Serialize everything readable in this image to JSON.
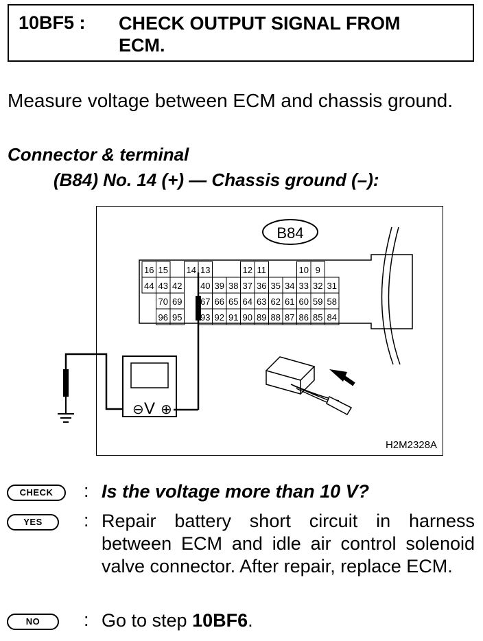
{
  "header": {
    "step_id": "10BF5 :",
    "title_line1": "CHECK OUTPUT SIGNAL FROM",
    "title_line2": "ECM."
  },
  "instruction": "Measure voltage between ECM and chassis ground.",
  "connector": {
    "label": "Connector & terminal",
    "value": "(B84) No. 14 (+) — Chassis ground (–):"
  },
  "figure": {
    "connector_name": "B84",
    "figure_code": "H2M2328A",
    "meter_symbol": "V",
    "minus_symbol": "⊖",
    "plus_symbol": "⊕",
    "terminal_rows": [
      [
        "16",
        "15",
        "",
        "14",
        "13",
        "",
        "",
        "12",
        "11",
        "",
        "",
        "10",
        "9"
      ],
      [
        "44",
        "43",
        "42",
        "",
        "40",
        "39",
        "38",
        "37",
        "36",
        "35",
        "34",
        "33",
        "32",
        "31"
      ],
      [
        "70",
        "69",
        "",
        "67",
        "66",
        "65",
        "64",
        "63",
        "62",
        "61",
        "60",
        "59",
        "58"
      ],
      [
        "96",
        "95",
        "",
        "93",
        "92",
        "91",
        "90",
        "89",
        "88",
        "87",
        "86",
        "85",
        "84"
      ]
    ]
  },
  "results": {
    "check_badge": "CHECK",
    "check_text": "Is the voltage more than 10 V?",
    "yes_badge": "YES",
    "yes_text": "Repair battery short circuit in harness between ECM and idle air control solenoid valve connector. After repair, replace ECM.",
    "no_badge": "NO",
    "no_text_prefix": "Go to step ",
    "no_text_step": "10BF6",
    "no_text_suffix": ".",
    "colon": ":"
  }
}
